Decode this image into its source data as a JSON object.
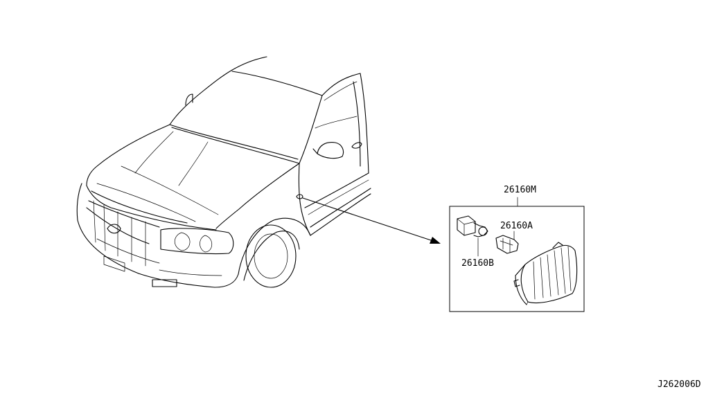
{
  "diagram": {
    "labels": {
      "assembly": "26160M",
      "bulb": "26160A",
      "socket": "26160B",
      "diagram_code": "J262006D"
    }
  }
}
